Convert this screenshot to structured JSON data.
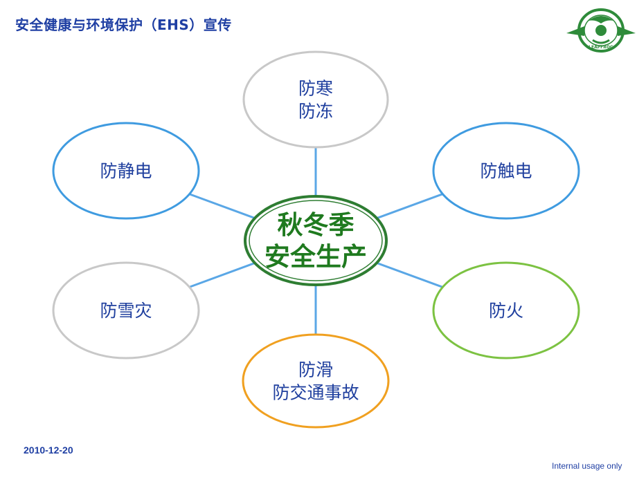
{
  "header": {
    "title": "安全健康与环境保护（EHS）宣传"
  },
  "logo": {
    "text": "LEAPFROG"
  },
  "diagram": {
    "center": {
      "lines": [
        "秋冬季",
        "安全生产"
      ],
      "color": "#2e7d32"
    },
    "nodes": [
      {
        "id": "top",
        "lines": [
          "防寒",
          "防冻"
        ],
        "border": "#c8c8c8"
      },
      {
        "id": "upper-left",
        "lines": [
          "防静电"
        ],
        "border": "#3f9be0"
      },
      {
        "id": "upper-right",
        "lines": [
          "防触电"
        ],
        "border": "#3f9be0"
      },
      {
        "id": "lower-left",
        "lines": [
          "防雪灾"
        ],
        "border": "#c8c8c8"
      },
      {
        "id": "lower-right",
        "lines": [
          "防火"
        ],
        "border": "#7cc242"
      },
      {
        "id": "bottom",
        "lines": [
          "防滑",
          "防交通事故"
        ],
        "border": "#f0a020"
      }
    ],
    "connector_color": "#5aa7e6"
  },
  "footer": {
    "date": "2010-12-20",
    "note": "Internal usage only"
  }
}
